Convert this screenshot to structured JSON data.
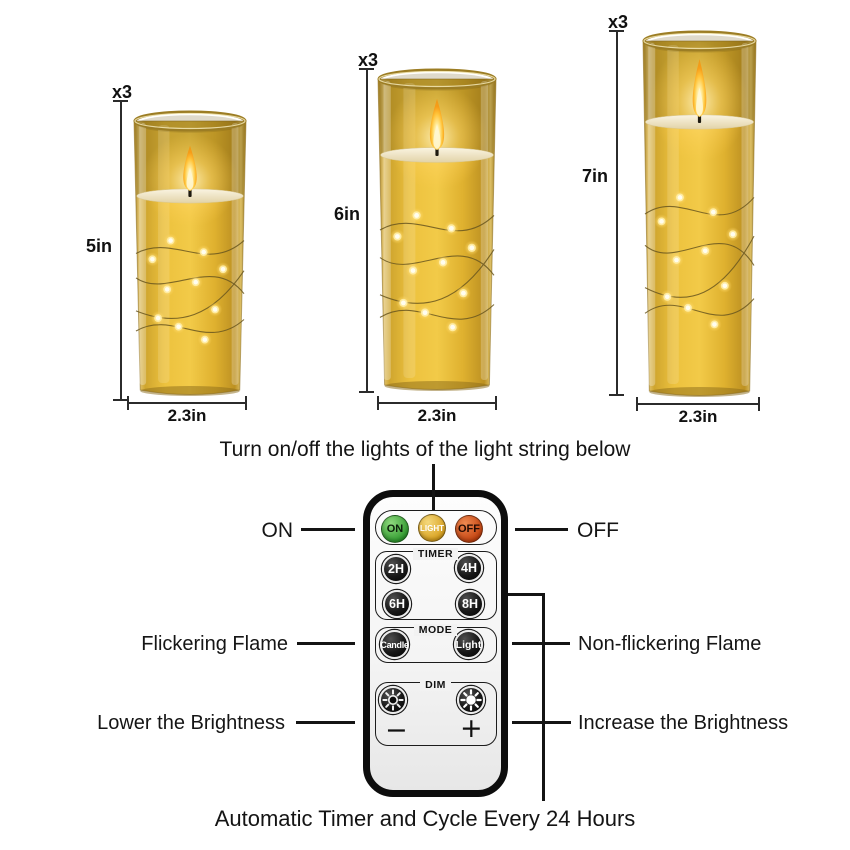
{
  "candles": [
    {
      "count": "x3",
      "height": "5in",
      "width": "2.3in"
    },
    {
      "count": "x3",
      "height": "6in",
      "width": "2.3in"
    },
    {
      "count": "x3",
      "height": "7in",
      "width": "2.3in"
    }
  ],
  "captions": {
    "light_string": "Turn on/off the lights of the light string below",
    "timer_cycle": "Automatic Timer and Cycle Every 24 Hours"
  },
  "callouts": {
    "on": "ON",
    "off": "OFF",
    "flickering": "Flickering Flame",
    "non_flickering": "Non-flickering Flame",
    "lower": "Lower the Brightness",
    "increase": "Increase the Brightness"
  },
  "remote": {
    "power": {
      "on": "ON",
      "light": "LIGHT",
      "off": "OFF"
    },
    "timer": {
      "legend": "TIMER",
      "buttons": [
        "2H",
        "4H",
        "6H",
        "8H"
      ]
    },
    "mode": {
      "legend": "MODE",
      "buttons": [
        "Candle",
        "Light"
      ]
    },
    "dim": {
      "legend": "DIM",
      "minus": "−",
      "plus": "+"
    }
  },
  "colors": {
    "on_button": "#3ea23a",
    "light_button": "#e0ac2c",
    "off_button": "#d0491a",
    "candle_glass": "#eec23e",
    "flame": "#ffc43a",
    "string_light": "#ffe9a8"
  }
}
